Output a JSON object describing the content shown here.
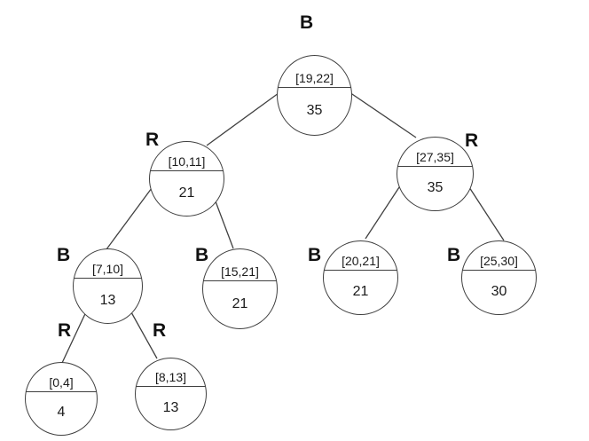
{
  "diagram": {
    "type": "interval-tree",
    "description": "Augmented red-black interval tree; each node shows [low,high] interval above a divider and subtree max value below; B = black node, R = red node"
  },
  "nodes": [
    {
      "id": "root",
      "interval": "[19,22]",
      "max": "35",
      "color": "B",
      "parent": null
    },
    {
      "id": "left",
      "interval": "[10,11]",
      "max": "21",
      "color": "R",
      "parent": "root"
    },
    {
      "id": "right",
      "interval": "[27,35]",
      "max": "35",
      "color": "R",
      "parent": "root"
    },
    {
      "id": "left-left",
      "interval": "[7,10]",
      "max": "13",
      "color": "B",
      "parent": "left"
    },
    {
      "id": "left-right",
      "interval": "[15,21]",
      "max": "21",
      "color": "B",
      "parent": "left"
    },
    {
      "id": "right-left",
      "interval": "[20,21]",
      "max": "21",
      "color": "B",
      "parent": "right"
    },
    {
      "id": "right-right",
      "interval": "[25,30]",
      "max": "30",
      "color": "B",
      "parent": "right"
    },
    {
      "id": "left-left-left",
      "interval": "[0,4]",
      "max": "4",
      "color": "R",
      "parent": "left-left"
    },
    {
      "id": "left-left-right",
      "interval": "[8,13]",
      "max": "13",
      "color": "R",
      "parent": "left-left"
    }
  ],
  "colors": {
    "stroke": "#3f3f3f",
    "text": "#1a1a1a",
    "background": "#ffffff"
  }
}
